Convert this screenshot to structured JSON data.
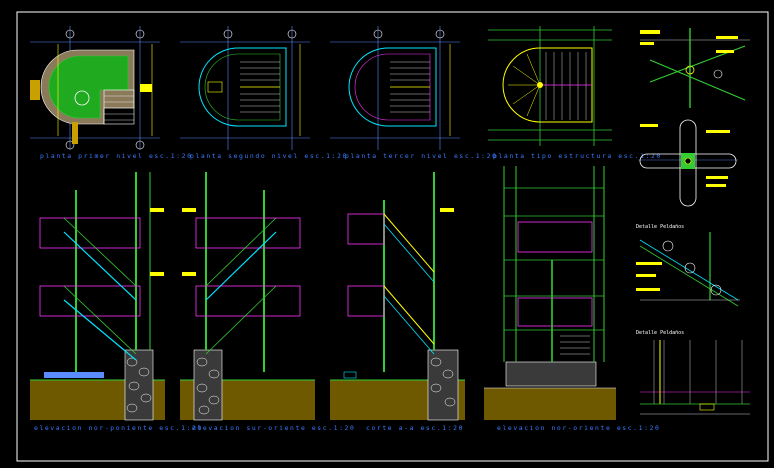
{
  "drawing": {
    "background_color": "#000000",
    "captions": {
      "plan_first": "planta primer nivel esc.1:20",
      "plan_second": "planta segundo nivel esc.1:20",
      "plan_third": "planta tercer nivel esc.1:20",
      "plan_structure": "planta tipo estructura esc.1:20",
      "elev_nor_poniente": "elevacion nor-poniente esc.1:20",
      "elev_sur_oriente": "elevacion sur-oriente esc.1:20",
      "section": "corte a-a esc.1:20",
      "elev_nor_oriente": "elevacion nor-oriente esc.1:20"
    },
    "detail_titles": {
      "detalle_1": "Detalle Peldaños",
      "detalle_2": "Detalle Peldaños"
    },
    "colors": {
      "frame": "#ffffff",
      "caption": "#3a7bff",
      "structure": "#33cc33",
      "stair": "#00e5ff",
      "handrail": "#ff33ff",
      "dimension": "#ffff00",
      "soil": "#c8a000",
      "stone": "#ffffff",
      "deck": "#ffff00",
      "plan_fill": "#1faa1f",
      "grid": "#5a8cff"
    }
  }
}
